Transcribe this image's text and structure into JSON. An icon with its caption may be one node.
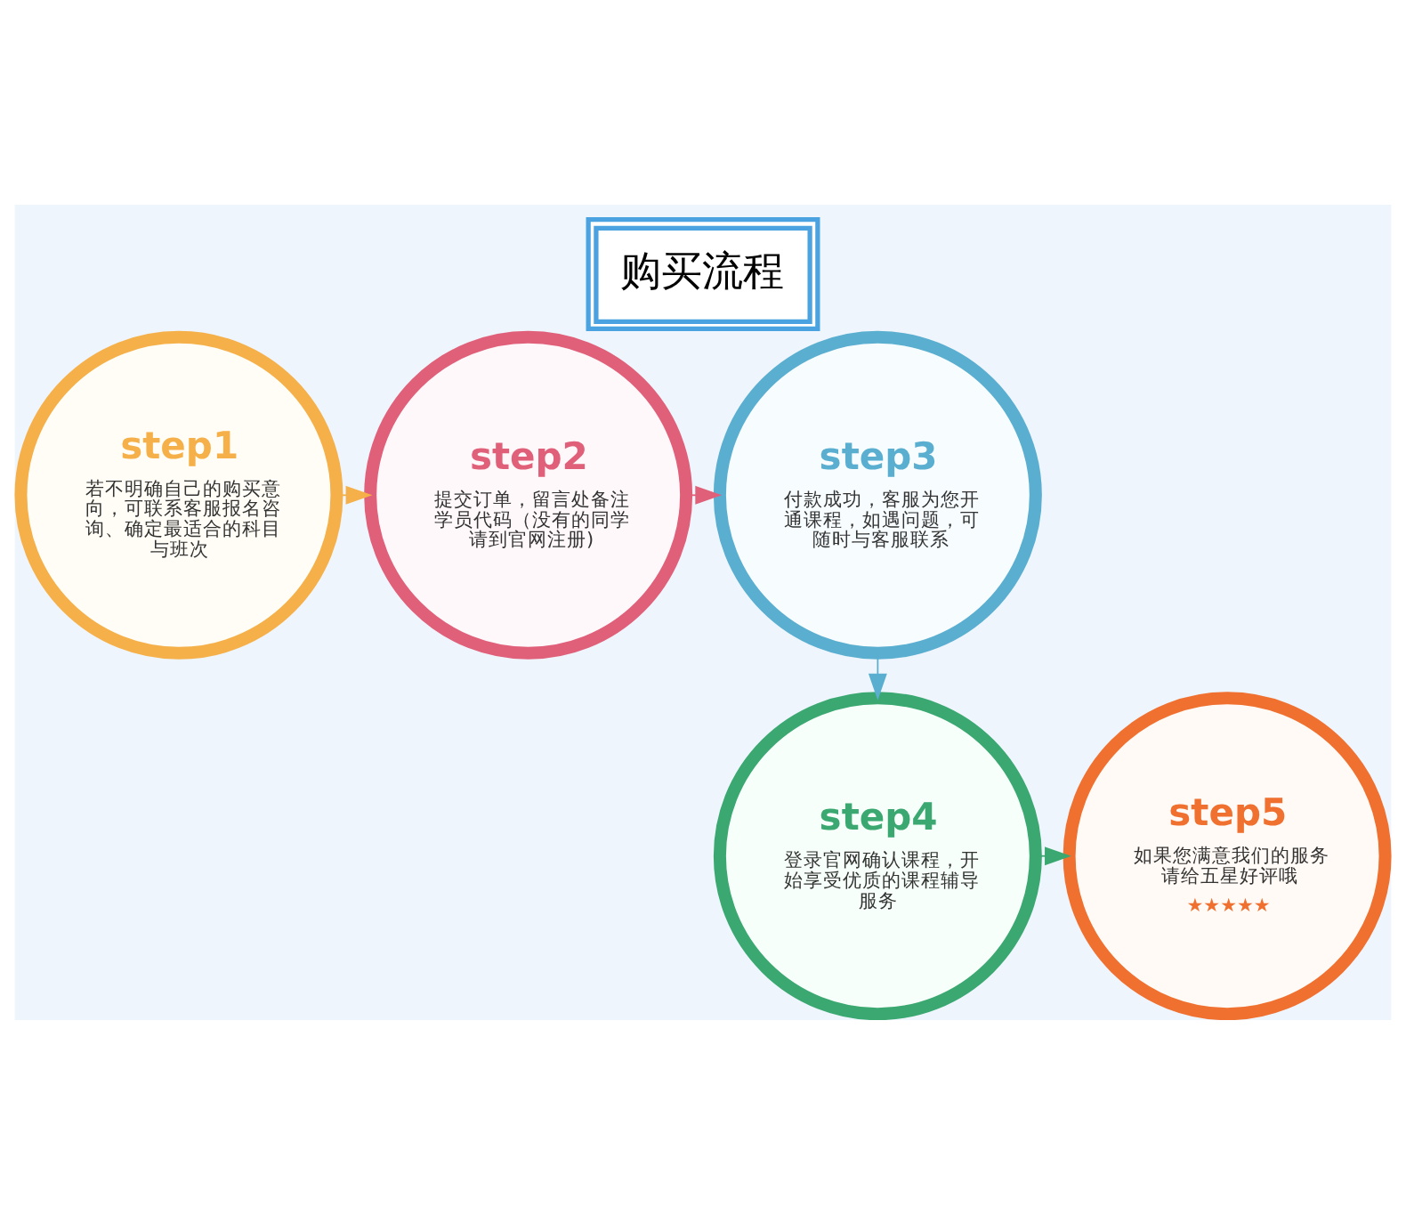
{
  "diagram": {
    "title": "购买流程",
    "nodes": [
      {
        "text": [
          "step1",
          "若不明确自己的购买意向，可联系客服报名咨询、确定最适合的科目与班次"
        ]
      },
      {
        "text": [
          "step2",
          "提交订单，留言处备注学员代码（没有的同学请到官网注册)"
        ]
      },
      {
        "text": [
          "step3",
          "付款成功，客服为您开通课程，如遇问题，可随时与客服联系"
        ]
      },
      {
        "text": [
          "step4",
          "登录官网确认课程，开始享受优质的课程辅导服务"
        ]
      },
      {
        "text": [
          "step5",
          "如果您满意我们的服务请给五星好评哦",
          "★★★★★"
        ]
      }
    ],
    "edges": [
      {
        "from": 0,
        "to": 1,
        "arrow": "to",
        "color": "#f5b04a"
      },
      {
        "from": 1,
        "to": 2,
        "arrow": "to",
        "color": "#e0607a"
      },
      {
        "from": 2,
        "to": 3,
        "arrow": "to",
        "color": "#5aaed0"
      },
      {
        "from": 3,
        "to": 4,
        "arrow": "to",
        "color": "#3aa870"
      }
    ]
  }
}
